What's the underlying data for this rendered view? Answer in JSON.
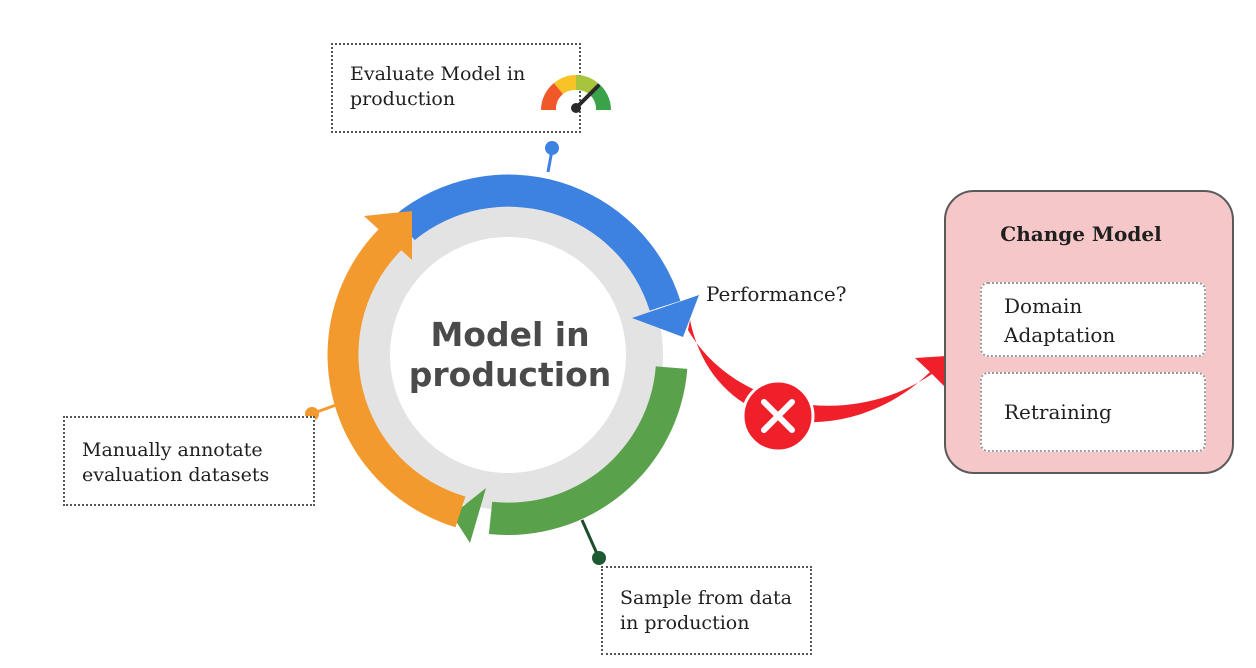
{
  "center": {
    "label": "Model in\nproduction"
  },
  "steps": {
    "evaluate": "Evaluate Model in\nproduction",
    "sample": "Sample from data\nin production",
    "annotate": "Manually annotate\nevaluation datasets"
  },
  "decision": {
    "label": "Performance?"
  },
  "change_model": {
    "title": "Change Model",
    "options": [
      "Domain\nAdaptation",
      "Retraining"
    ]
  },
  "icons": {
    "gauge": "speedometer-icon",
    "fail": "x-circle-icon"
  },
  "colors": {
    "blue": "#3d82e0",
    "green": "#5aa14b",
    "orange": "#f39a2e",
    "red": "#f0202a",
    "ring_inner": "#e3e3e3",
    "panel": "#f6c7c8"
  }
}
